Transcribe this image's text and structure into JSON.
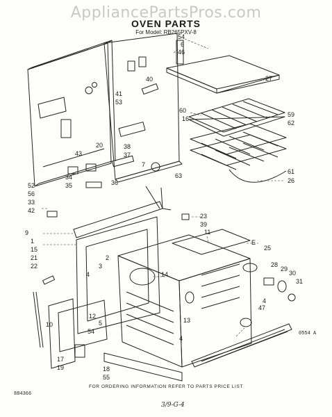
{
  "watermark": "AppliancePartsPros.com",
  "title": "OVEN PARTS",
  "subtitle": "For Model: RB265PXV-8",
  "ordering_note": "FOR ORDERING INFORMATION REFER TO PARTS PRICE LIST",
  "doc_number": "884366",
  "figure_code": "0554 A",
  "handwritten_note": "3/9-G-4",
  "callouts": [
    "54",
    "6",
    "46",
    "27",
    "40",
    "41",
    "53",
    "60",
    "16",
    "59",
    "62",
    "38",
    "37",
    "20",
    "43",
    "7",
    "63",
    "61",
    "26",
    "34",
    "35",
    "36",
    "52",
    "56",
    "33",
    "42",
    "23",
    "39",
    "9",
    "11",
    "1",
    "15",
    "21",
    "22",
    "2",
    "3",
    "E",
    "25",
    "4",
    "14",
    "28",
    "29",
    "30",
    "31",
    "4",
    "47",
    "13",
    "12",
    "10",
    "5",
    "54",
    "17",
    "19",
    "18",
    "55",
    "4"
  ]
}
